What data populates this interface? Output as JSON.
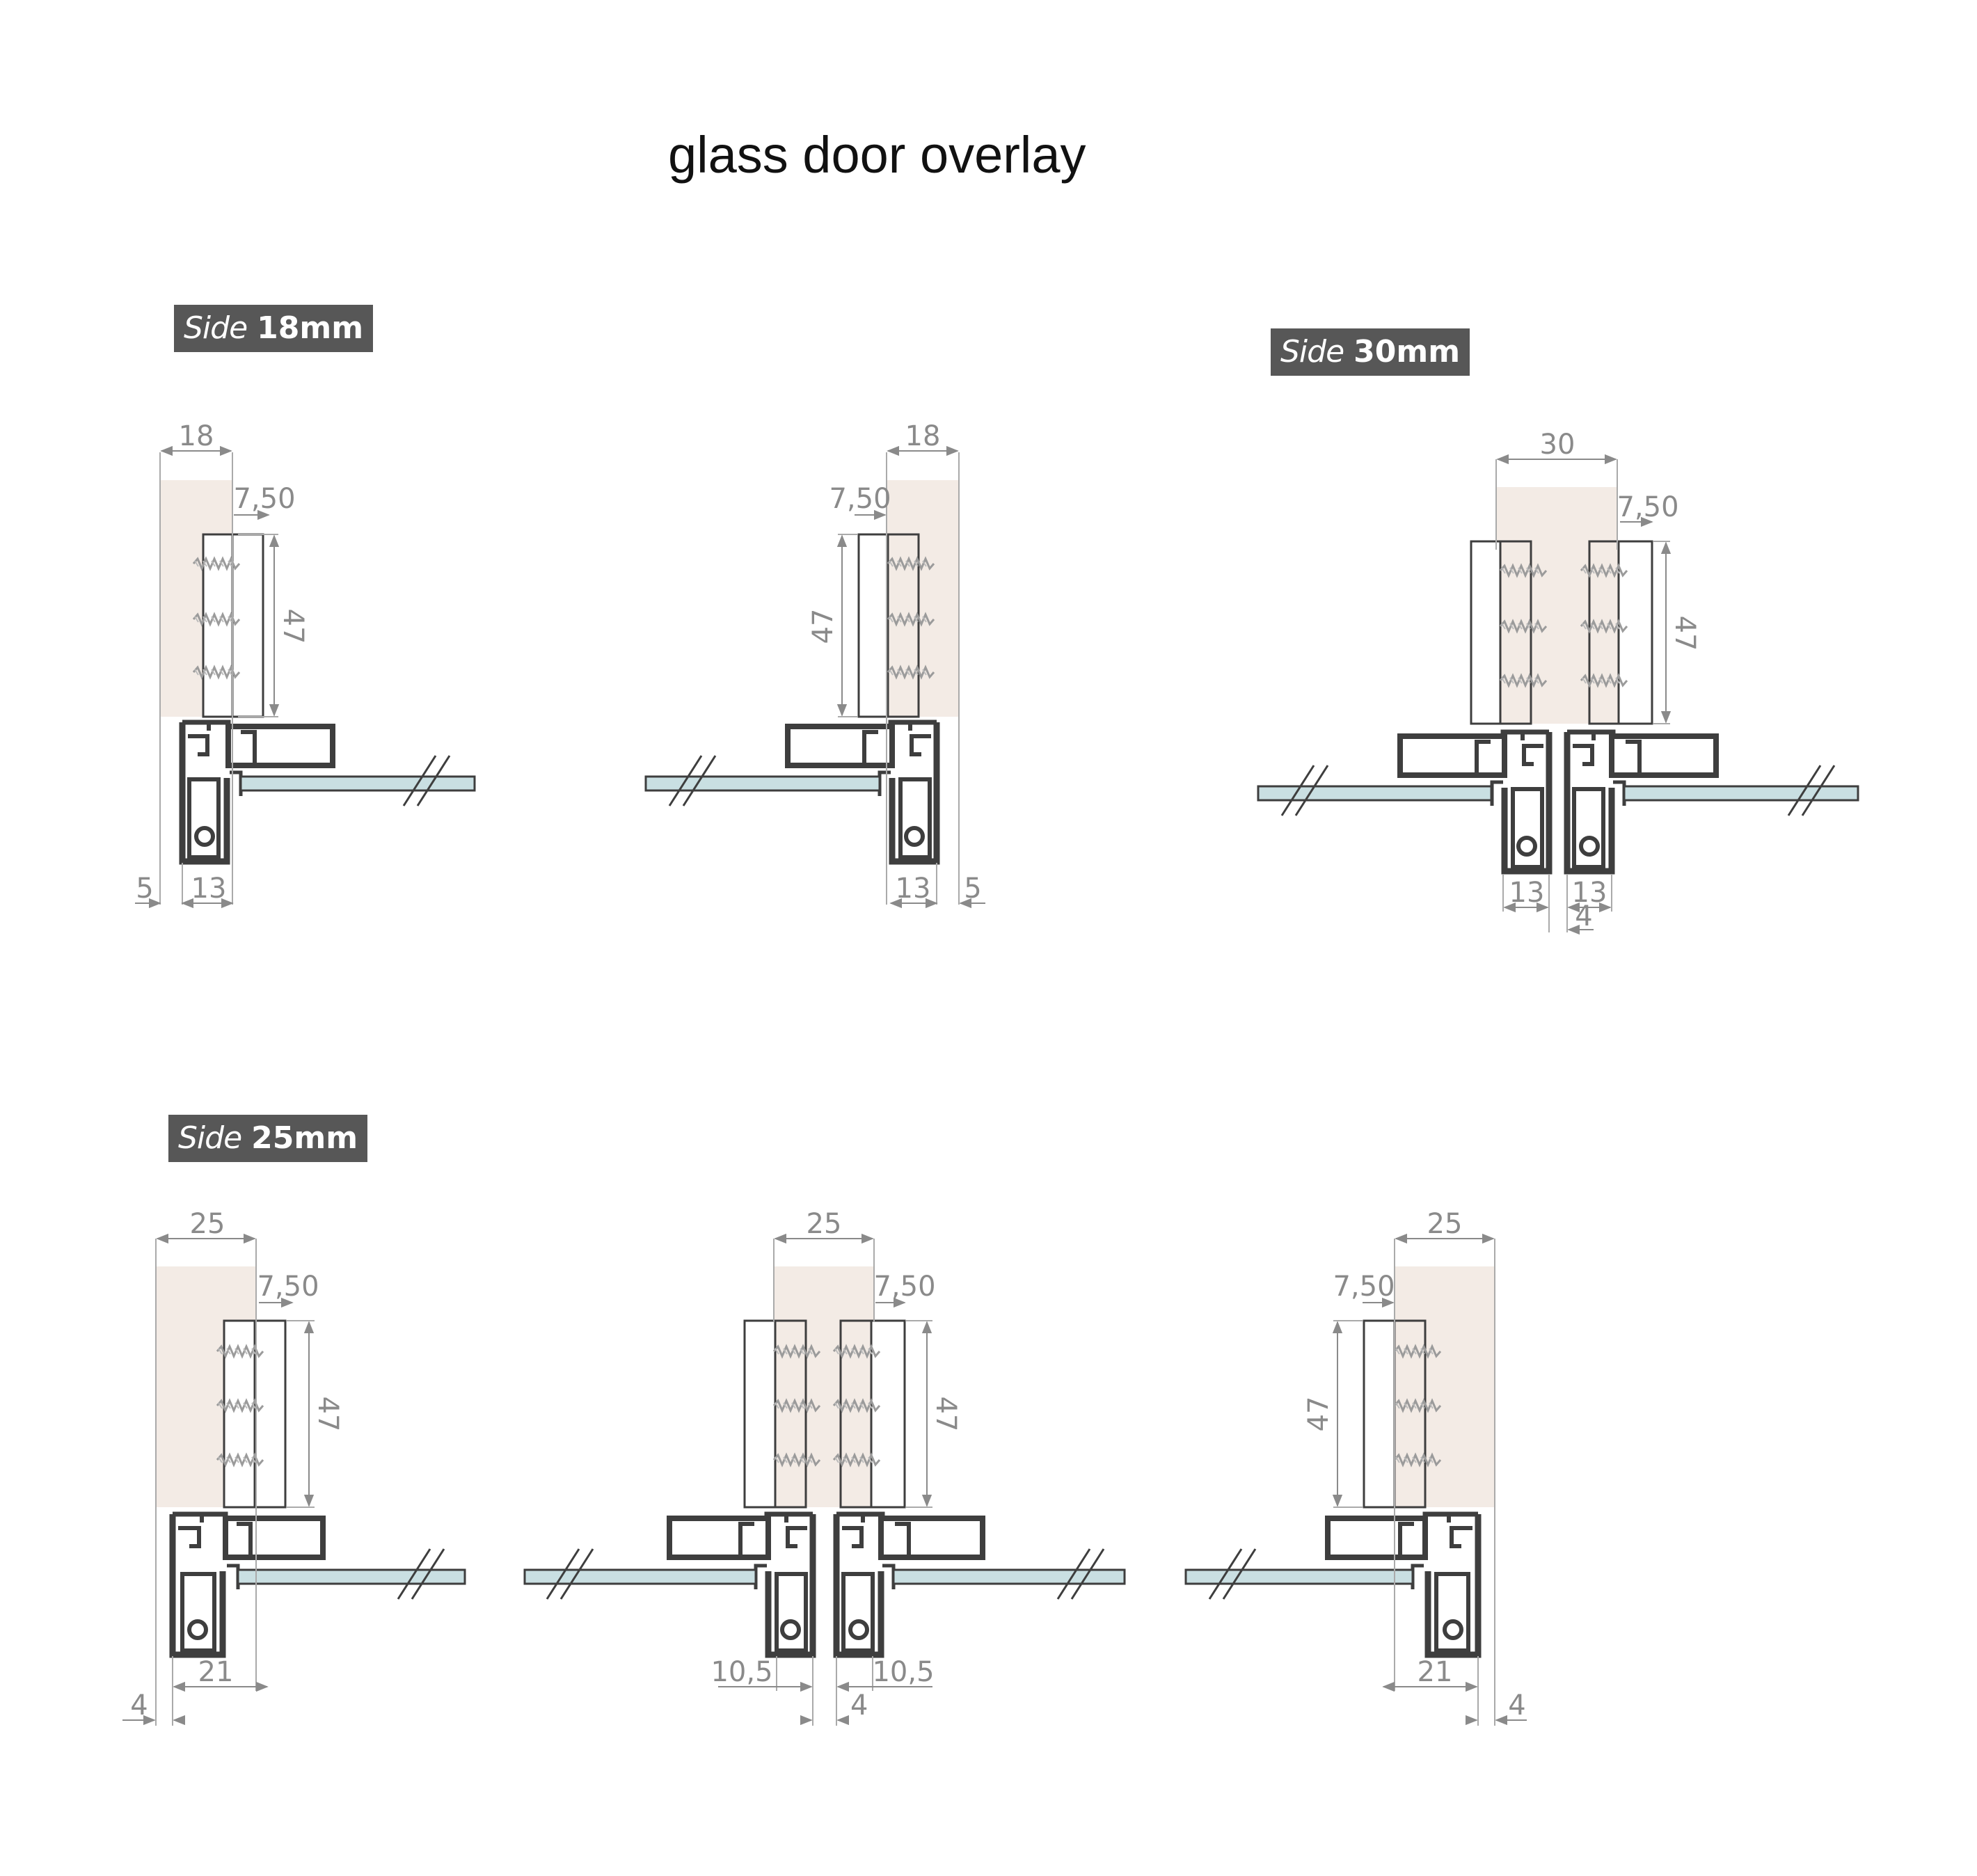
{
  "title": "glass door overlay",
  "badges": [
    {
      "side": "Side",
      "size": "18mm"
    },
    {
      "side": "Side",
      "size": "30mm"
    },
    {
      "side": "Side",
      "size": "25mm"
    }
  ],
  "colors": {
    "panel": "#f3ebe5",
    "glass": "#c9dfe2",
    "profile": "#3e3e3e",
    "dimension": "#8a8a8a",
    "badge": "#575757"
  },
  "dimensions": {
    "d18": "18",
    "d30": "30",
    "d25": "25",
    "d7_50": "7,50",
    "d47": "47",
    "d5": "5",
    "d13": "13",
    "d4": "4",
    "d21": "21",
    "d10_5": "10,5"
  }
}
